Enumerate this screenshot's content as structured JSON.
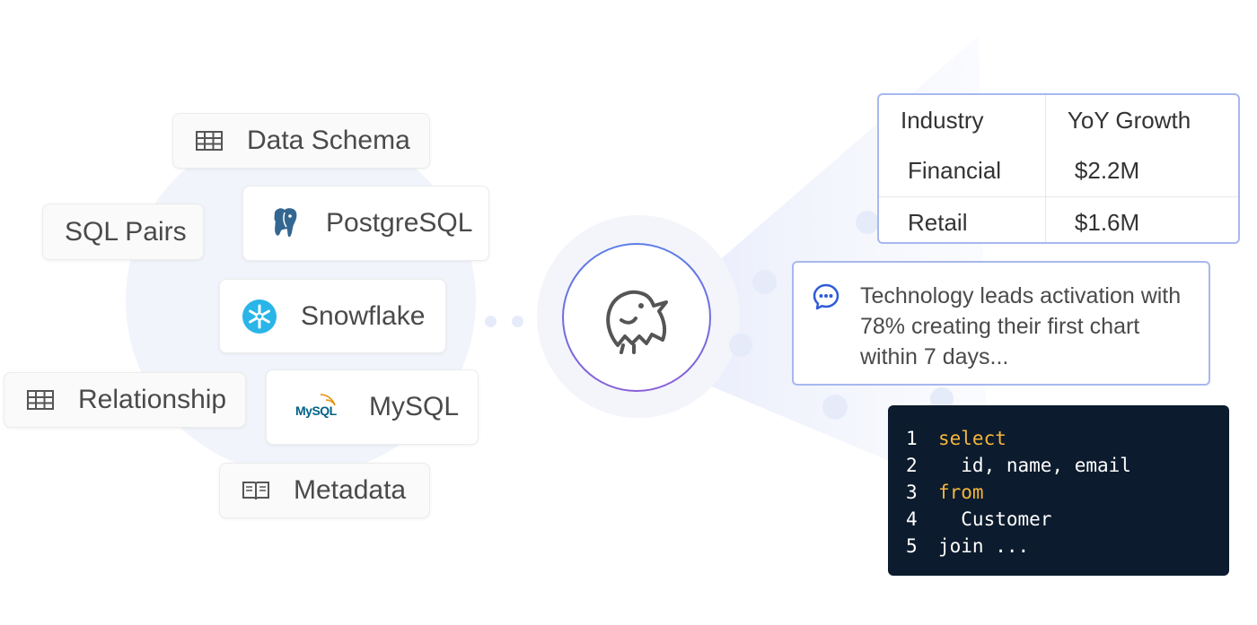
{
  "sources": {
    "data_schema": "Data Schema",
    "sql_pairs": "SQL Pairs",
    "postgresql": "PostgreSQL",
    "snowflake": "Snowflake",
    "relationship": "Relationship",
    "mysql": "MySQL",
    "metadata": "Metadata"
  },
  "mysql_logo_text": "MySQL",
  "table": {
    "headers": [
      "Industry",
      "YoY Growth"
    ],
    "rows": [
      [
        "Financial",
        "$2.2M"
      ],
      [
        "Retail",
        "$1.6M"
      ]
    ]
  },
  "message": {
    "text": "Technology leads activation with 78% creating their first chart within 7 days..."
  },
  "code": {
    "lines": [
      {
        "num": "1",
        "kw": "select",
        "text": ""
      },
      {
        "num": "2",
        "kw": "",
        "text": "  id, name, email"
      },
      {
        "num": "3",
        "kw": "from",
        "text": ""
      },
      {
        "num": "4",
        "kw": "",
        "text": "  Customer"
      },
      {
        "num": "5",
        "kw": "",
        "text": "join ..."
      }
    ]
  },
  "colors": {
    "accent_border": "#a7b8ef",
    "code_bg": "#0c1b2d",
    "keyword": "#f4b63c",
    "chat_icon": "#2f5bd8"
  }
}
